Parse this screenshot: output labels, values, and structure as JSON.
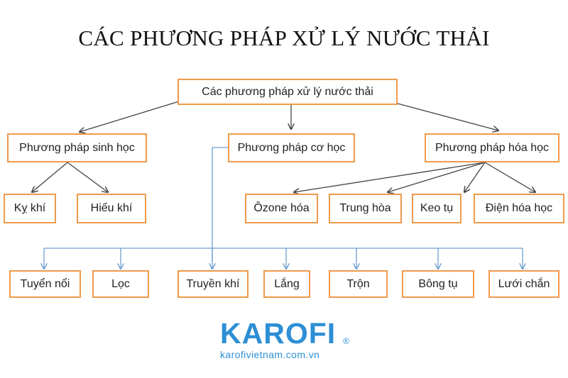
{
  "title": "CÁC PHƯƠNG PHÁP XỬ LÝ NƯỚC THẢI",
  "colors": {
    "box_border": "#ef9a4a",
    "dark_line": "#444444",
    "blue_line": "#6e9fd0",
    "brand": "#2d8fd5"
  },
  "root": "Các phương pháp xử lý nước thải",
  "methods": {
    "biological": "Phương pháp sinh học",
    "mechanical": "Phương pháp cơ học",
    "chemical": "Phương pháp hóa học"
  },
  "biological_children": [
    "Kỵ khí",
    "Hiếu khí"
  ],
  "chemical_children": [
    "Ôzone hóa",
    "Trung hòa",
    "Keo tụ",
    "Điện hóa học"
  ],
  "mechanical_children": [
    "Tuyển nổi",
    "Lọc",
    "Truyền khí",
    "Lắng",
    "Trộn",
    "Bông tụ",
    "Lưới chắn"
  ],
  "logo": {
    "brand": "KAROFI",
    "reg": "®",
    "url": "karofivietnam.com.vn"
  }
}
